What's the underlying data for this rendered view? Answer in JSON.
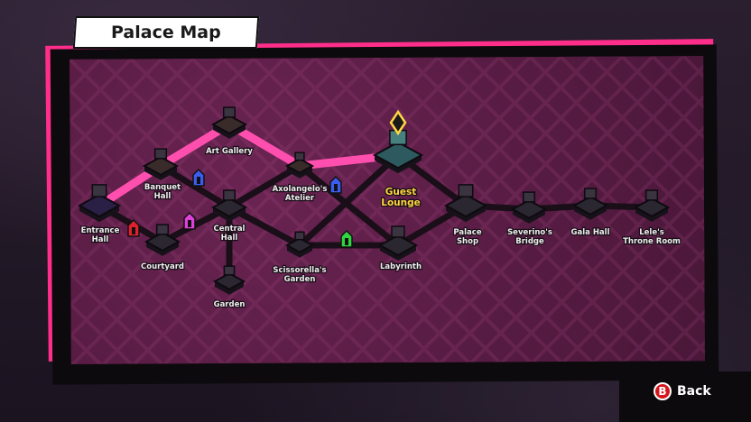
{
  "title": "Palace Map",
  "back_button": {
    "key": "B",
    "label": "Back"
  },
  "rooms": [
    {
      "id": "entrance-hall",
      "line1": "Entrance",
      "line2": "Hall",
      "current": false
    },
    {
      "id": "banquet-hall",
      "line1": "Banquet",
      "line2": "Hall",
      "current": false
    },
    {
      "id": "art-gallery",
      "line1": "Art Gallery",
      "line2": "",
      "current": false
    },
    {
      "id": "courtyard",
      "line1": "Courtyard",
      "line2": "",
      "current": false
    },
    {
      "id": "central-hall",
      "line1": "Central",
      "line2": "Hall",
      "current": false
    },
    {
      "id": "garden",
      "line1": "Garden",
      "line2": "",
      "current": false
    },
    {
      "id": "axolangelos-atelier",
      "line1": "Axolangelo's",
      "line2": "Atelier",
      "current": false
    },
    {
      "id": "scissorellas-garden",
      "line1": "Scissorella's",
      "line2": "Garden",
      "current": false
    },
    {
      "id": "guest-lounge",
      "line1": "Guest",
      "line2": "Lounge",
      "current": true
    },
    {
      "id": "labyrinth",
      "line1": "Labyrinth",
      "line2": "",
      "current": false
    },
    {
      "id": "palace-shop",
      "line1": "Palace",
      "line2": "Shop",
      "current": false
    },
    {
      "id": "severinos-bridge",
      "line1": "Severino's",
      "line2": "Bridge",
      "current": false
    },
    {
      "id": "gala-hall",
      "line1": "Gala Hall",
      "line2": "",
      "current": false
    },
    {
      "id": "leles-throne-room",
      "line1": "Lele's",
      "line2": "Throne Room",
      "current": false
    }
  ],
  "colors": {
    "path_visited": "#ff4fae",
    "path_unvisited": "#1a0f18",
    "panel": "#5a1e45",
    "frame_accent": "#ff2e8a",
    "current_label": "#ffd640"
  },
  "keys": [
    {
      "color": "red",
      "hex": "#e0202c"
    },
    {
      "color": "magenta",
      "hex": "#e040d8"
    },
    {
      "color": "blue-1",
      "hex": "#3a5cf0"
    },
    {
      "color": "blue-2",
      "hex": "#3a5cf0"
    },
    {
      "color": "green",
      "hex": "#2fd640"
    }
  ]
}
